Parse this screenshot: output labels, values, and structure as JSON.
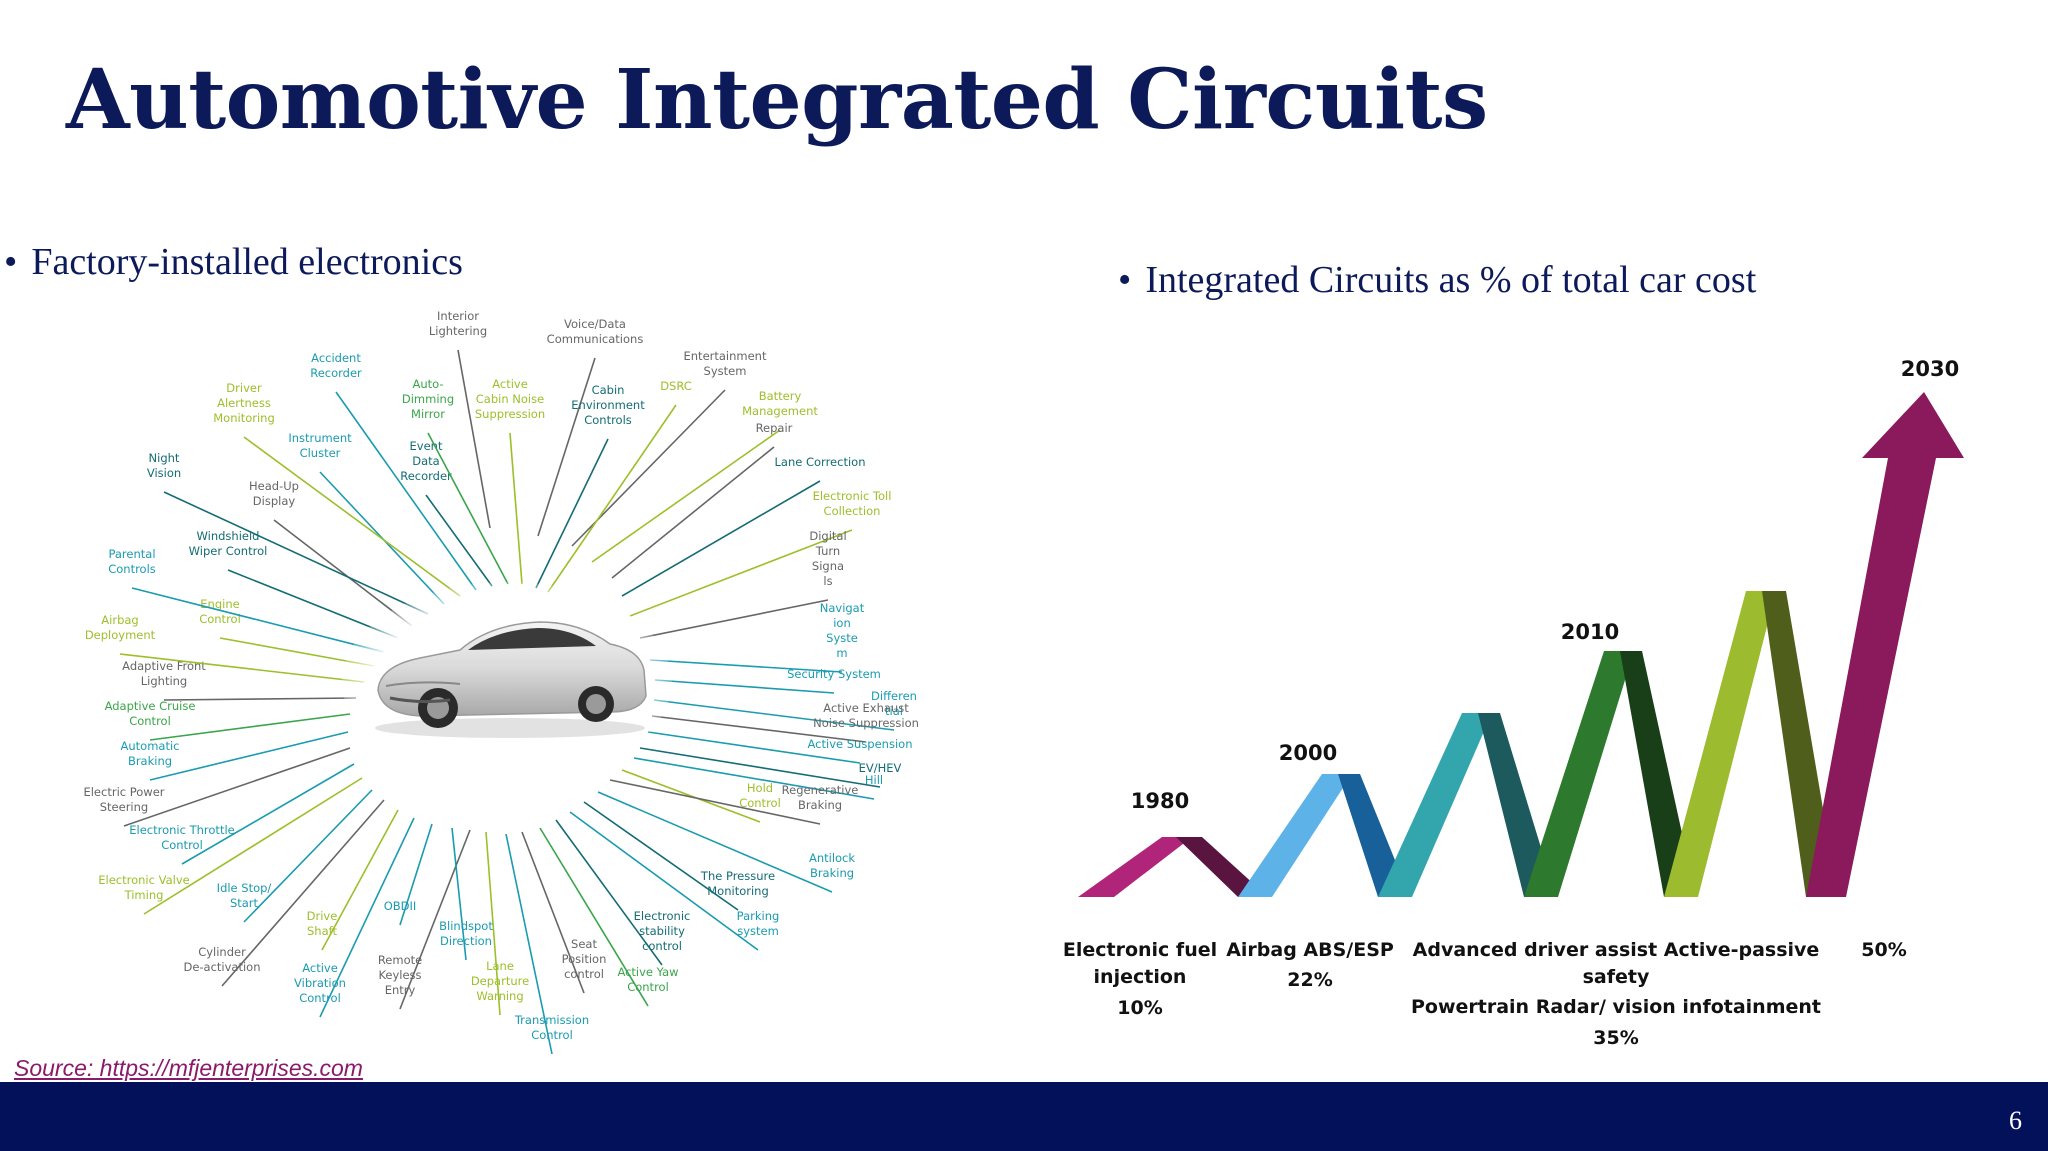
{
  "title": "Automotive Integrated Circuits",
  "left_bullet": "Factory-installed electronics",
  "right_bullet": "Integrated Circuits as % of total car cost",
  "source": "Source: https://mfjenterprises.com",
  "page_number": "6",
  "colors": {
    "navy": "#0c1a5a",
    "footer": "#03115a",
    "teal": "#1a9bb0",
    "green": "#3aa54a",
    "lime": "#9cbf2a",
    "gray": "#666666",
    "darkteal": "#146c74"
  },
  "radial_labels": [
    {
      "text": "Interior\nLightering",
      "color": "gray"
    },
    {
      "text": "Voice/Data\nCommunications",
      "color": "gray"
    },
    {
      "text": "Entertainment\nSystem",
      "color": "gray"
    },
    {
      "text": "Battery\nManagement",
      "color": "lime"
    },
    {
      "text": "Repair",
      "color": "gray"
    },
    {
      "text": "Lane Correction",
      "color": "darkteal"
    },
    {
      "text": "Electronic Toll\nCollection",
      "color": "lime"
    },
    {
      "text": "Digital\nTurn\nSigna\nls",
      "color": "gray"
    },
    {
      "text": "Navigat\nion\nSyste\nm",
      "color": "teal"
    },
    {
      "text": "Security System",
      "color": "teal"
    },
    {
      "text": "Differen\ntial",
      "color": "teal"
    },
    {
      "text": "Active Exhaust\nNoise Suppression",
      "color": "gray"
    },
    {
      "text": "Active Suspension",
      "color": "teal"
    },
    {
      "text": "EV/HEV",
      "color": "darkteal"
    },
    {
      "text": "Hill",
      "color": "teal"
    },
    {
      "text": "Hold\nControl",
      "color": "lime"
    },
    {
      "text": "Regenerative\nBraking",
      "color": "gray"
    },
    {
      "text": "Antilock\nBraking",
      "color": "teal"
    },
    {
      "text": "The Pressure\nMonitoring",
      "color": "darkteal"
    },
    {
      "text": "Parking\nsystem",
      "color": "teal"
    },
    {
      "text": "Electronic\nstability\ncontrol",
      "color": "darkteal"
    },
    {
      "text": "Active Yaw\nControl",
      "color": "green"
    },
    {
      "text": "Seat\nPosition\ncontrol",
      "color": "gray"
    },
    {
      "text": "Transmission\nControl",
      "color": "teal"
    },
    {
      "text": "Lane\nDeparture\nWarning",
      "color": "lime"
    },
    {
      "text": "Remote\nKeyless\nEntry",
      "color": "gray"
    },
    {
      "text": "Blindspot\nDirection",
      "color": "teal"
    },
    {
      "text": "OBDII",
      "color": "teal"
    },
    {
      "text": "Active\nVibration\nControl",
      "color": "teal"
    },
    {
      "text": "Drive\nShaft",
      "color": "lime"
    },
    {
      "text": "Cylinder\nDe-activation",
      "color": "gray"
    },
    {
      "text": "Idle Stop/\nStart",
      "color": "teal"
    },
    {
      "text": "Electronic Valve\nTiming",
      "color": "lime"
    },
    {
      "text": "Electronic Throttle\nControl",
      "color": "teal"
    },
    {
      "text": "Electric Power\nSteering",
      "color": "gray"
    },
    {
      "text": "Automatic\nBraking",
      "color": "teal"
    },
    {
      "text": "Adaptive Cruise\nControl",
      "color": "green"
    },
    {
      "text": "Adaptive Front\nLighting",
      "color": "gray"
    },
    {
      "text": "Airbag\nDeployment",
      "color": "lime"
    },
    {
      "text": "Engine\nControl",
      "color": "lime"
    },
    {
      "text": "Parental\nControls",
      "color": "teal"
    },
    {
      "text": "Windshield\nWiper Control",
      "color": "darkteal"
    },
    {
      "text": "Head-Up\nDisplay",
      "color": "gray"
    },
    {
      "text": "Night\nVision",
      "color": "darkteal"
    },
    {
      "text": "Instrument\nCluster",
      "color": "teal"
    },
    {
      "text": "Driver\nAlertness\nMonitoring",
      "color": "lime"
    },
    {
      "text": "Accident\nRecorder",
      "color": "teal"
    },
    {
      "text": "Event\nData\nRecorder",
      "color": "darkteal"
    },
    {
      "text": "Auto-\nDimming\nMirror",
      "color": "green"
    },
    {
      "text": "Active\nCabin Noise\nSuppression",
      "color": "lime"
    },
    {
      "text": "Cabin\nEnvironment\nControls",
      "color": "darkteal"
    },
    {
      "text": "DSRC",
      "color": "lime"
    }
  ],
  "chart": {
    "years": [
      "1980",
      "2000",
      "2010",
      "2030"
    ],
    "captions": [
      {
        "line1": "Electronic fuel",
        "line2": "injection",
        "value": "10%"
      },
      {
        "line1": "Airbag ABS/ESP",
        "line2": "",
        "value": "22%"
      },
      {
        "line1": "Advanced driver assist Active-passive",
        "line2": "safety",
        "line3": "Powertrain Radar/ vision infotainment",
        "value": "35%"
      },
      {
        "line1": "50%",
        "line2": "",
        "value": ""
      }
    ]
  }
}
